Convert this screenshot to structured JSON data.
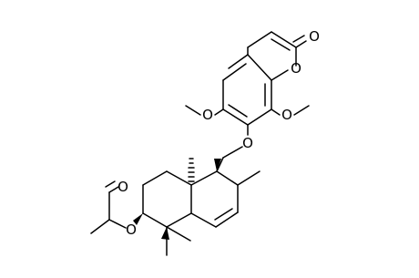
{
  "molecule": {
    "atoms": [
      {
        "id": "o-carbonyl",
        "label": "O"
      },
      {
        "id": "o-ring",
        "label": "O"
      },
      {
        "id": "o-methoxy-6",
        "label": "O"
      },
      {
        "id": "o-methoxy-8",
        "label": "O"
      },
      {
        "id": "o-ether-7",
        "label": "O"
      },
      {
        "id": "o-ester",
        "label": "O"
      },
      {
        "id": "o-acetyl-carbonyl",
        "label": "O"
      }
    ]
  },
  "colors": {
    "bond": "#000000",
    "background": "#ffffff"
  }
}
